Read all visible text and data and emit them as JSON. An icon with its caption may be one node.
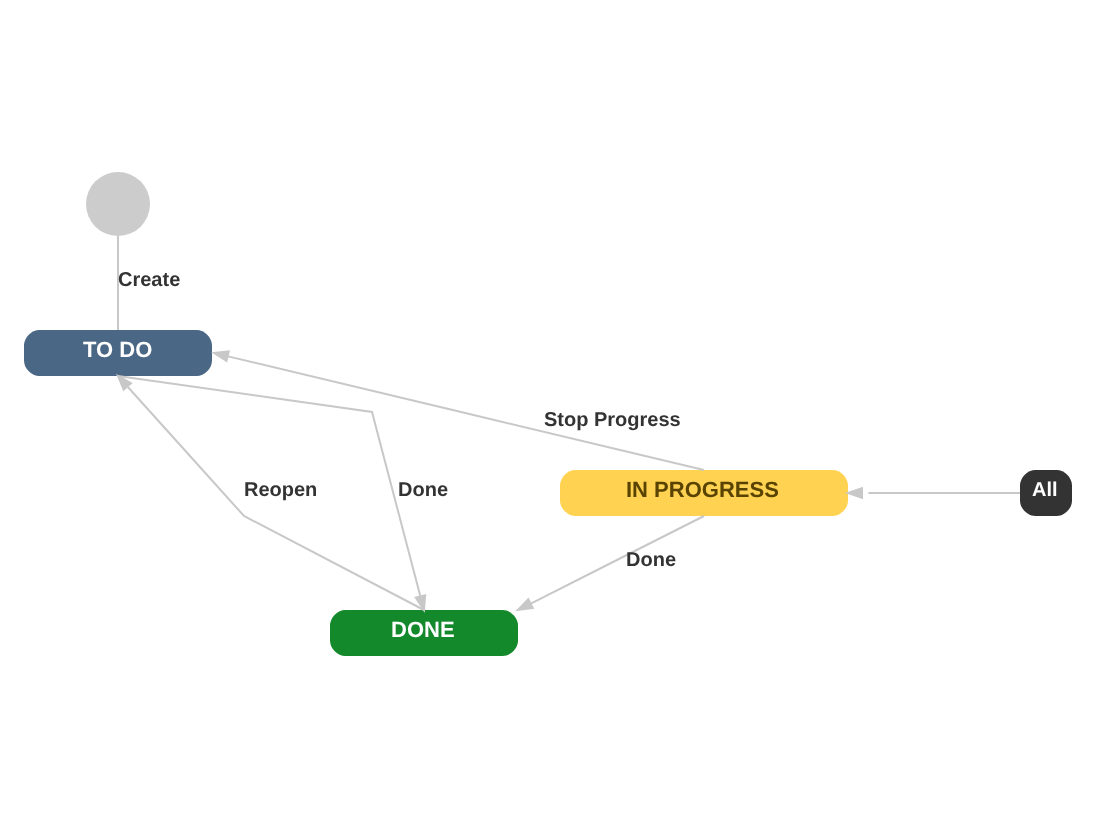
{
  "diagram": {
    "nodes": [
      {
        "text": [],
        "shape": "circle"
      },
      {
        "text": [
          "TO DO"
        ]
      },
      {
        "text": [
          "IN PROGRESS"
        ]
      },
      {
        "text": [
          "All"
        ]
      },
      {
        "text": [
          "DONE"
        ]
      }
    ],
    "edges": [
      {
        "from": 0,
        "to": 1,
        "label": "Create",
        "arrow": "none"
      },
      {
        "from": 2,
        "to": 1,
        "label": "Stop Progress",
        "arrow": "to"
      },
      {
        "from": 3,
        "to": 2,
        "arrow": "to"
      },
      {
        "from": 4,
        "to": 1,
        "label": "Reopen",
        "arrow": "to"
      },
      {
        "from": 1,
        "to": 4,
        "label": "Done",
        "arrow": "to"
      },
      {
        "from": 2,
        "to": 4,
        "label": "Done",
        "arrow": "to"
      }
    ]
  }
}
